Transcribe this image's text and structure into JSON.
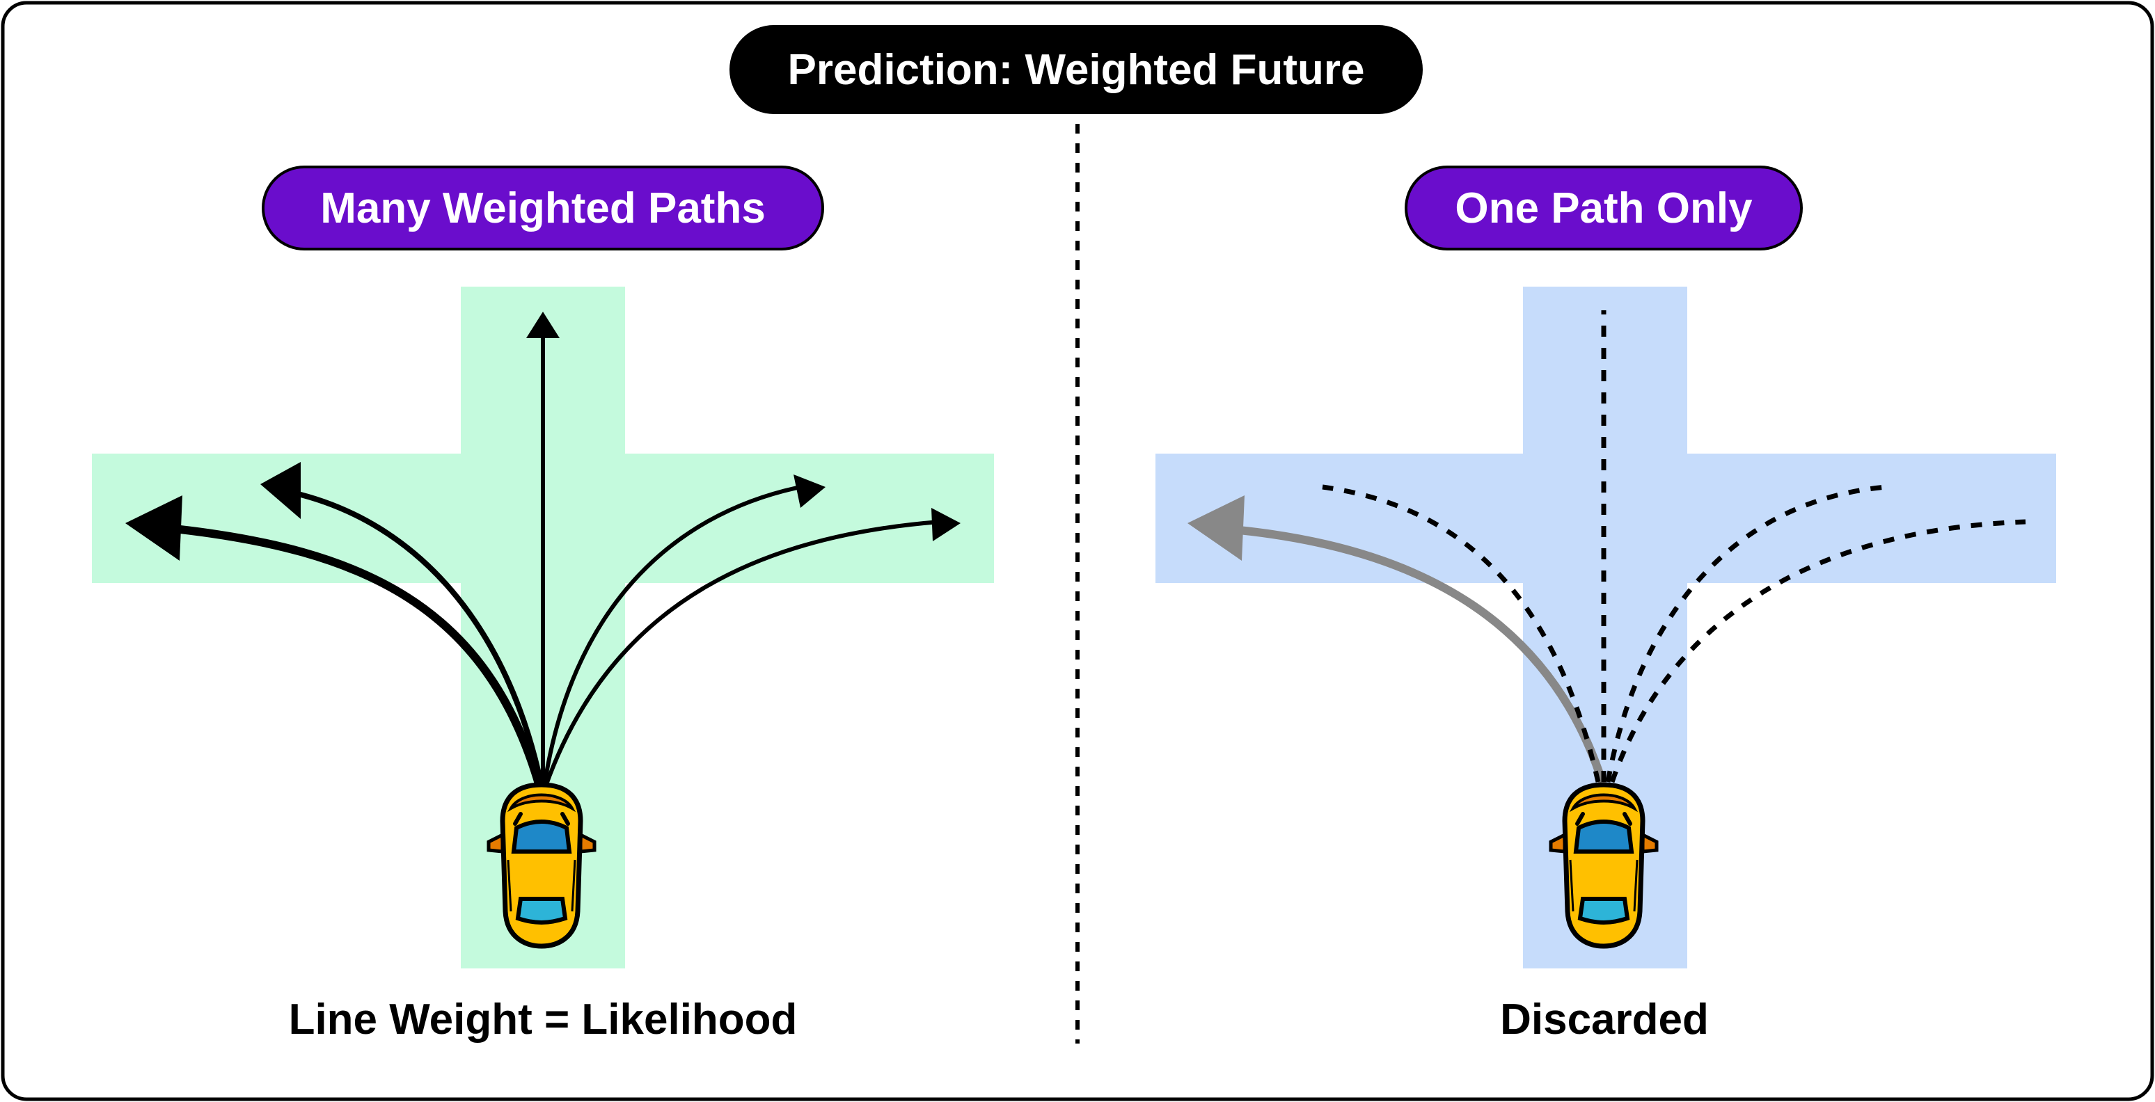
{
  "title": "Prediction: Weighted Future",
  "left_panel": {
    "label": "Many Weighted Paths",
    "caption": "Line Weight = Likelihood",
    "road_color": "#c4fadd",
    "path_color": "#000000"
  },
  "right_panel": {
    "label": "One Path Only",
    "caption": "Discarded",
    "road_color": "#c6dcfb",
    "chosen_path_color": "#888888",
    "discarded_path_color": "#000000"
  },
  "colors": {
    "pill_purple": "#6a0dcc",
    "car_body": "#ffc000",
    "car_window": "#1e88c8",
    "car_accent": "#e57c00"
  },
  "icons": [
    "car-icon",
    "arrow-icon"
  ]
}
